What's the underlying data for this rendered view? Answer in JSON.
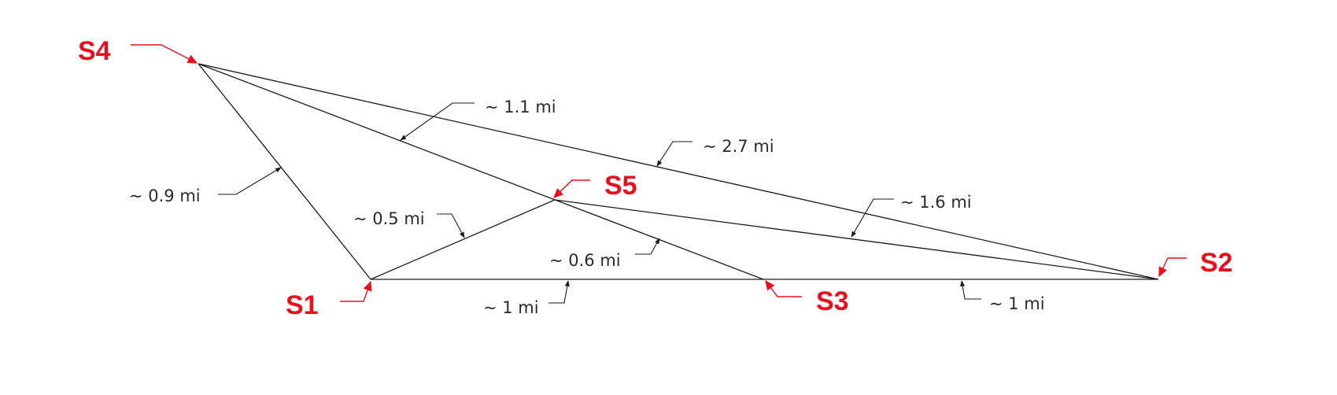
{
  "colors": {
    "station": "#e8101e",
    "line": "#1a1a1a",
    "text": "#2a2a2a"
  },
  "stations": [
    {
      "id": "S1",
      "label": "S1"
    },
    {
      "id": "S2",
      "label": "S2"
    },
    {
      "id": "S3",
      "label": "S3"
    },
    {
      "id": "S4",
      "label": "S4"
    },
    {
      "id": "S5",
      "label": "S5"
    }
  ],
  "edges": [
    {
      "id": "s4-s2",
      "from": "S4",
      "to": "S2",
      "label": "~ 2.7 mi"
    },
    {
      "id": "s4-s3",
      "from": "S4",
      "to": "S3",
      "label": "~ 1.1 mi"
    },
    {
      "id": "s4-s1",
      "from": "S4",
      "to": "S1",
      "label": "~ 0.9  mi"
    },
    {
      "id": "s1-s5",
      "from": "S1",
      "to": "S5",
      "label": "~ 0.5 mi"
    },
    {
      "id": "s5-s3",
      "from": "S5",
      "to": "S3",
      "label": "~ 0.6 mi"
    },
    {
      "id": "s5-s2",
      "from": "S5",
      "to": "S2",
      "label": "~ 1.6 mi"
    },
    {
      "id": "s1-s3",
      "from": "S1",
      "to": "S3",
      "label": "~ 1 mi"
    },
    {
      "id": "s3-s2",
      "from": "S3",
      "to": "S2",
      "label": "~ 1 mi"
    }
  ]
}
